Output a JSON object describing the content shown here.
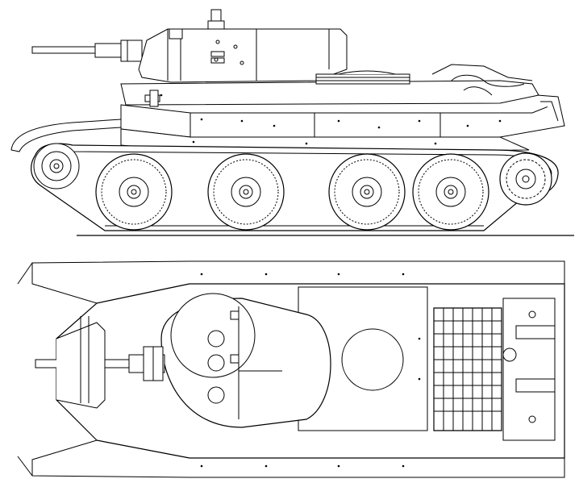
{
  "drawing": {
    "views": [
      {
        "id": "side-view",
        "road_wheels": 4,
        "drive_sprocket": "front",
        "idler": "rear"
      },
      {
        "id": "top-view",
        "engine_grille": "rear deck",
        "hatches": 2
      }
    ],
    "colors": {
      "line": "#000000",
      "paper": "#ffffff"
    }
  }
}
